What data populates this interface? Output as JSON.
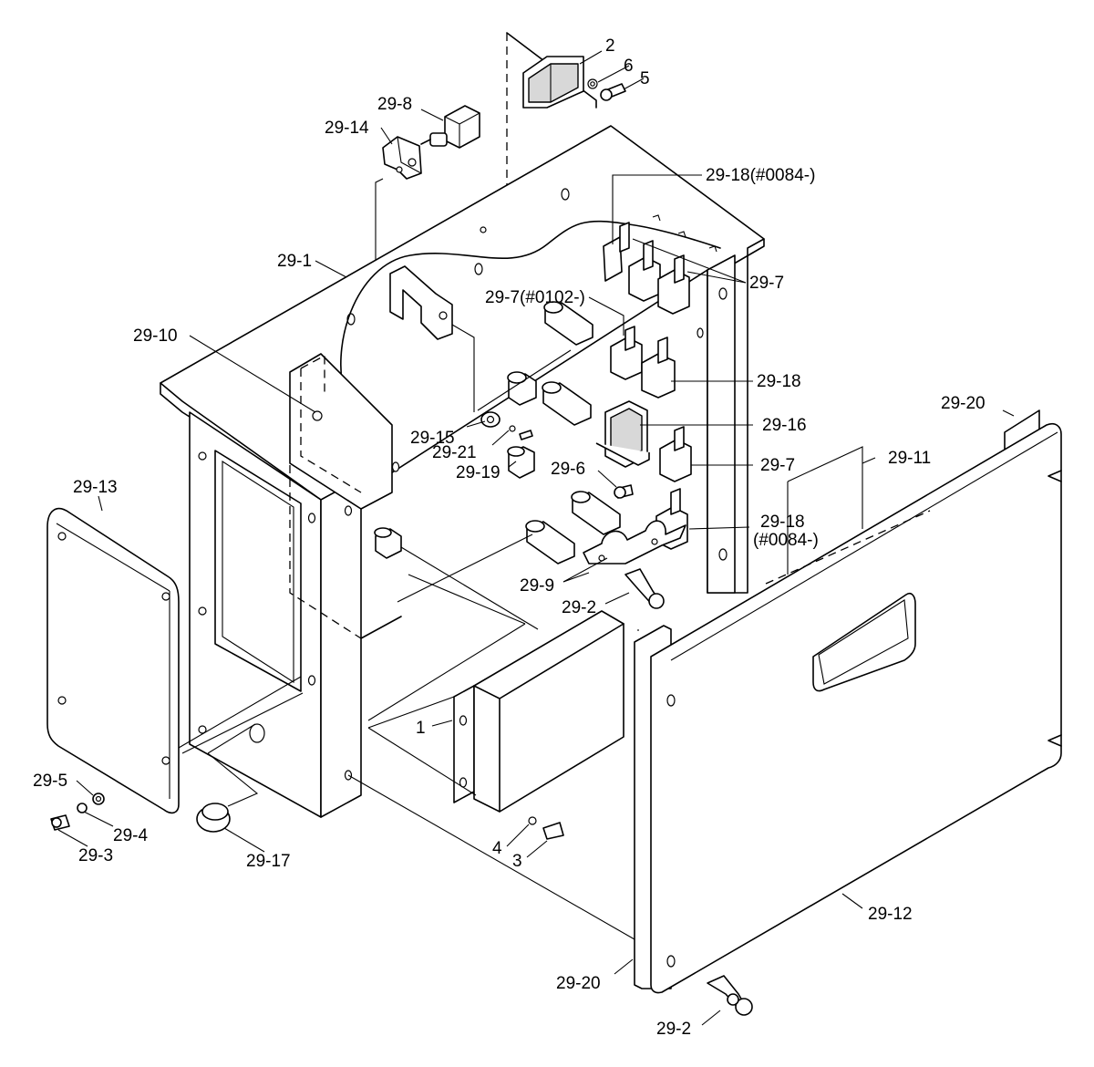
{
  "labels": {
    "p2": "2",
    "p6": "6",
    "p5": "5",
    "p29_8": "29-8",
    "p29_14": "29-14",
    "p29_18_top": "29-18(#0084-)",
    "p29_1": "29-1",
    "p29_7_top": "29-7",
    "p29_7_0102": "29-7(#0102-)",
    "p29_10": "29-10",
    "p29_18_mid": "29-18",
    "p29_20_top": "29-20",
    "p29_15": "29-15",
    "p29_16": "29-16",
    "p29_21": "29-21",
    "p29_11": "29-11",
    "p29_19": "29-19",
    "p29_6": "29-6",
    "p29_7_mid": "29-7",
    "p29_13": "29-13",
    "p29_18_low_a": "29-18",
    "p29_18_low_b": "(#0084-)",
    "p29_9": "29-9",
    "p29_2_mid": "29-2",
    "p1": "1",
    "p29_5": "29-5",
    "p29_4": "29-4",
    "p29_3": "29-3",
    "p29_17": "29-17",
    "p4": "4",
    "p3": "3",
    "p29_12": "29-12",
    "p29_20_bottom": "29-20",
    "p29_2_bottom": "29-2"
  }
}
